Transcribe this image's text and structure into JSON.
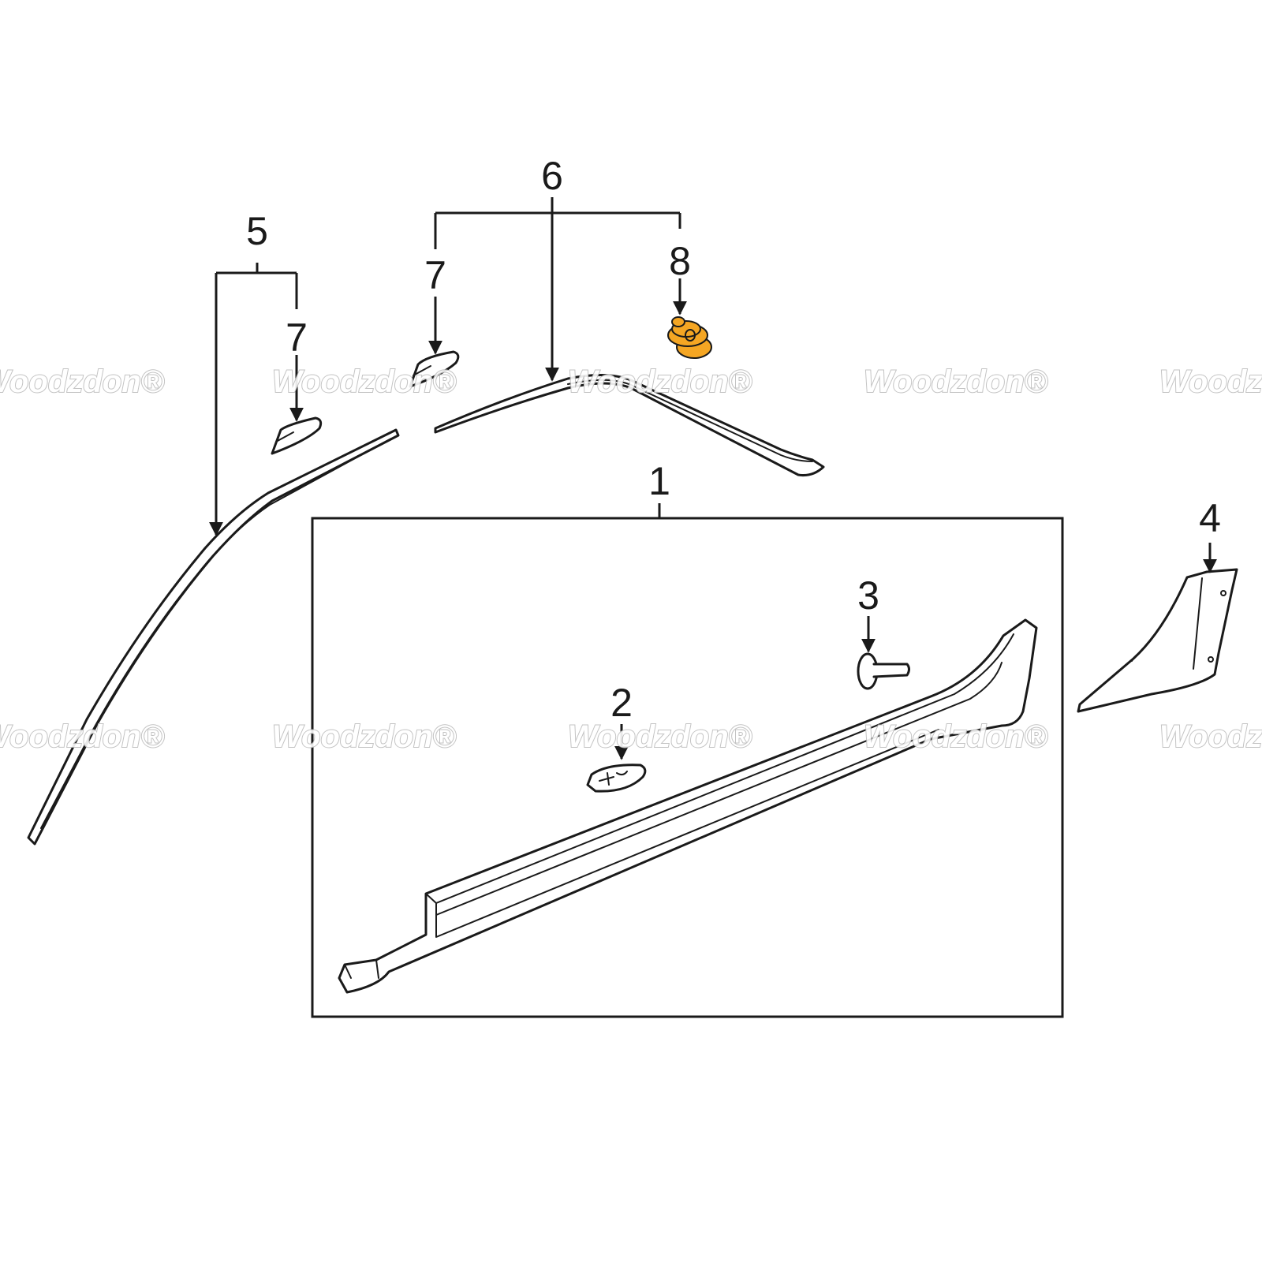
{
  "diagram": {
    "callouts": {
      "c1": "1",
      "c2": "2",
      "c3": "3",
      "c4": "4",
      "c5": "5",
      "c6": "6",
      "c7a": "7",
      "c7b": "7",
      "c8": "8"
    },
    "highlight_color": "#f5a623",
    "watermark": "Woodzdon®"
  }
}
